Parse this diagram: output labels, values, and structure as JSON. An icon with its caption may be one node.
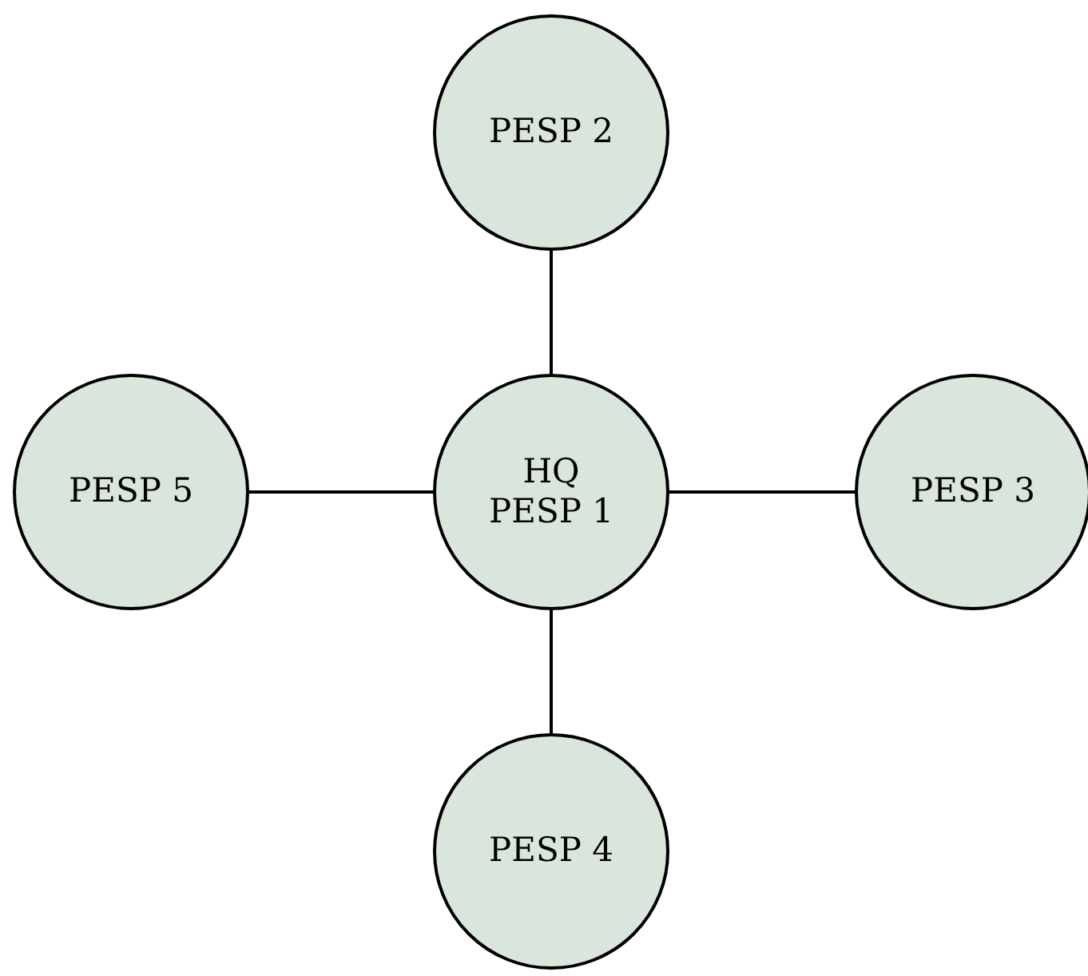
{
  "diagram": {
    "nodes": [
      {
        "text": [
          "PESP 2"
        ]
      },
      {
        "text": [
          "PESP 5"
        ]
      },
      {
        "text": [
          "HQ PESP 1"
        ]
      },
      {
        "text": [
          "PESP 3"
        ]
      },
      {
        "text": [
          "PESP 4"
        ]
      }
    ],
    "edges": [
      {
        "from": 2,
        "to": 0,
        "arrow": "none"
      },
      {
        "from": 2,
        "to": 1,
        "arrow": "none"
      },
      {
        "from": 2,
        "to": 3,
        "arrow": "none"
      },
      {
        "from": 2,
        "to": 4,
        "arrow": "none"
      }
    ]
  }
}
